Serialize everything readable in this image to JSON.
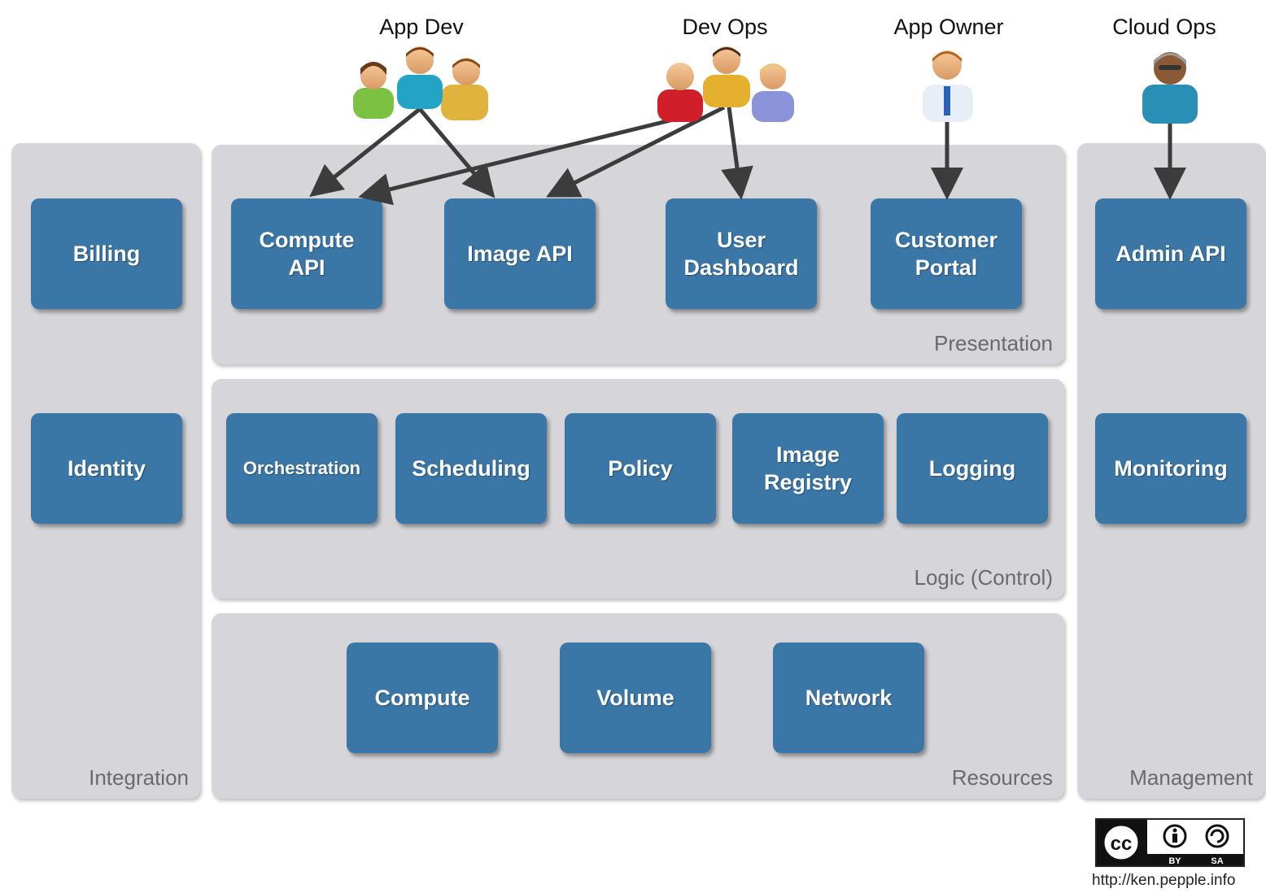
{
  "roles": {
    "app_dev": "App Dev",
    "dev_ops": "Dev Ops",
    "app_owner": "App Owner",
    "cloud_ops": "Cloud Ops"
  },
  "panels": {
    "integration": "Integration",
    "presentation": "Presentation",
    "logic": "Logic (Control)",
    "resources": "Resources",
    "management": "Management"
  },
  "boxes": {
    "billing": "Billing",
    "identity": "Identity",
    "compute_api": "Compute\nAPI",
    "image_api": "Image API",
    "user_dashboard": "User\nDashboard",
    "customer_portal": "Customer\nPortal",
    "admin_api": "Admin API",
    "orchestration": "Orchestration",
    "scheduling": "Scheduling",
    "policy": "Policy",
    "image_registry": "Image\nRegistry",
    "logging": "Logging",
    "monitoring": "Monitoring",
    "compute": "Compute",
    "volume": "Volume",
    "network": "Network"
  },
  "license": {
    "cc": "cc",
    "by": "BY",
    "sa": "SA",
    "url": "http://ken.pepple.info"
  },
  "colors": {
    "box": "#3a76a6",
    "panel": "#d6d6da",
    "arrow": "#3c3c3c"
  }
}
